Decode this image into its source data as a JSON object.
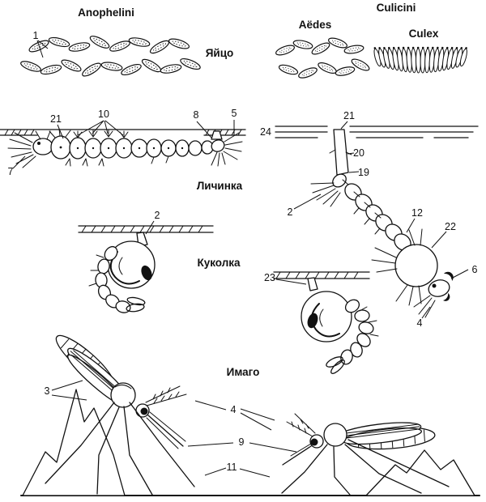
{
  "diagram": {
    "background_color": "#ffffff",
    "ink_color": "#111111",
    "headings": {
      "anophelini": "Anophelini",
      "culicini": "Culicini",
      "aedes": "Aëdes",
      "culex": "Culex"
    },
    "stages": {
      "egg": "Яйцо",
      "larva": "Личинка",
      "pupa": "Куколка",
      "imago": "Имаго"
    },
    "callouts": {
      "c1": "1",
      "c2_pupa": "2",
      "c2_larva": "2",
      "c3": "3",
      "c4_larva": "4",
      "c4_imago": "4",
      "c5": "5",
      "c6": "6",
      "c7": "7",
      "c8": "8",
      "c9": "9",
      "c10": "10",
      "c11": "11",
      "c12": "12",
      "c19": "19",
      "c20": "20",
      "c21_larva_left": "21",
      "c21_larva_right": "21",
      "c22": "22",
      "c23": "23",
      "c24": "24"
    }
  }
}
